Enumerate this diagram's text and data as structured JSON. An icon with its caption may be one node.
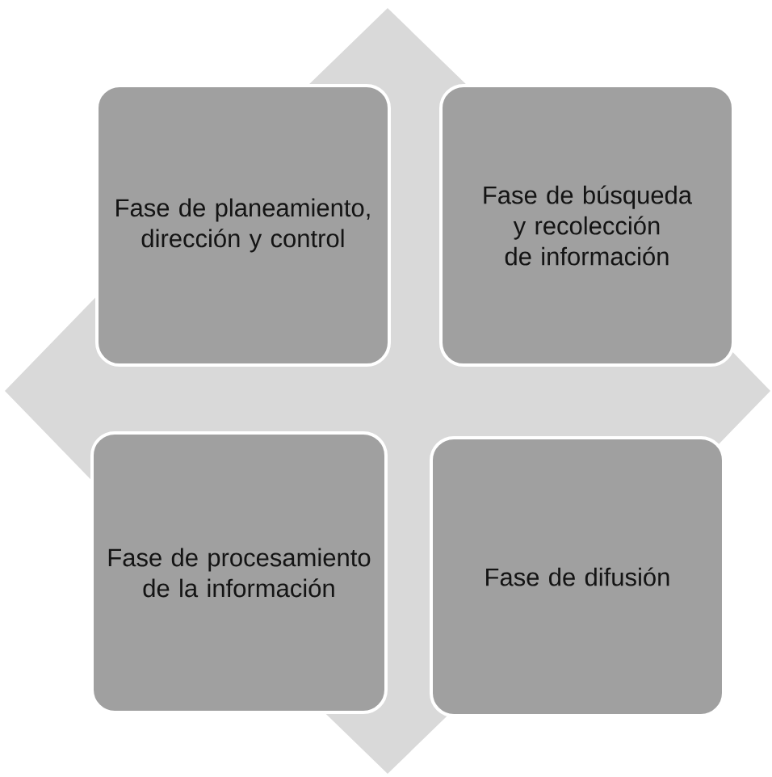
{
  "diagram": {
    "nodes": [
      {
        "text": [
          "Fase de planeamiento, dirección y control"
        ]
      },
      {
        "text": [
          "Fase de búsqueda y recolección de información"
        ]
      },
      {
        "text": [
          "Fase de procesamiento de la información"
        ]
      },
      {
        "text": [
          "Fase de difusión"
        ]
      }
    ]
  }
}
